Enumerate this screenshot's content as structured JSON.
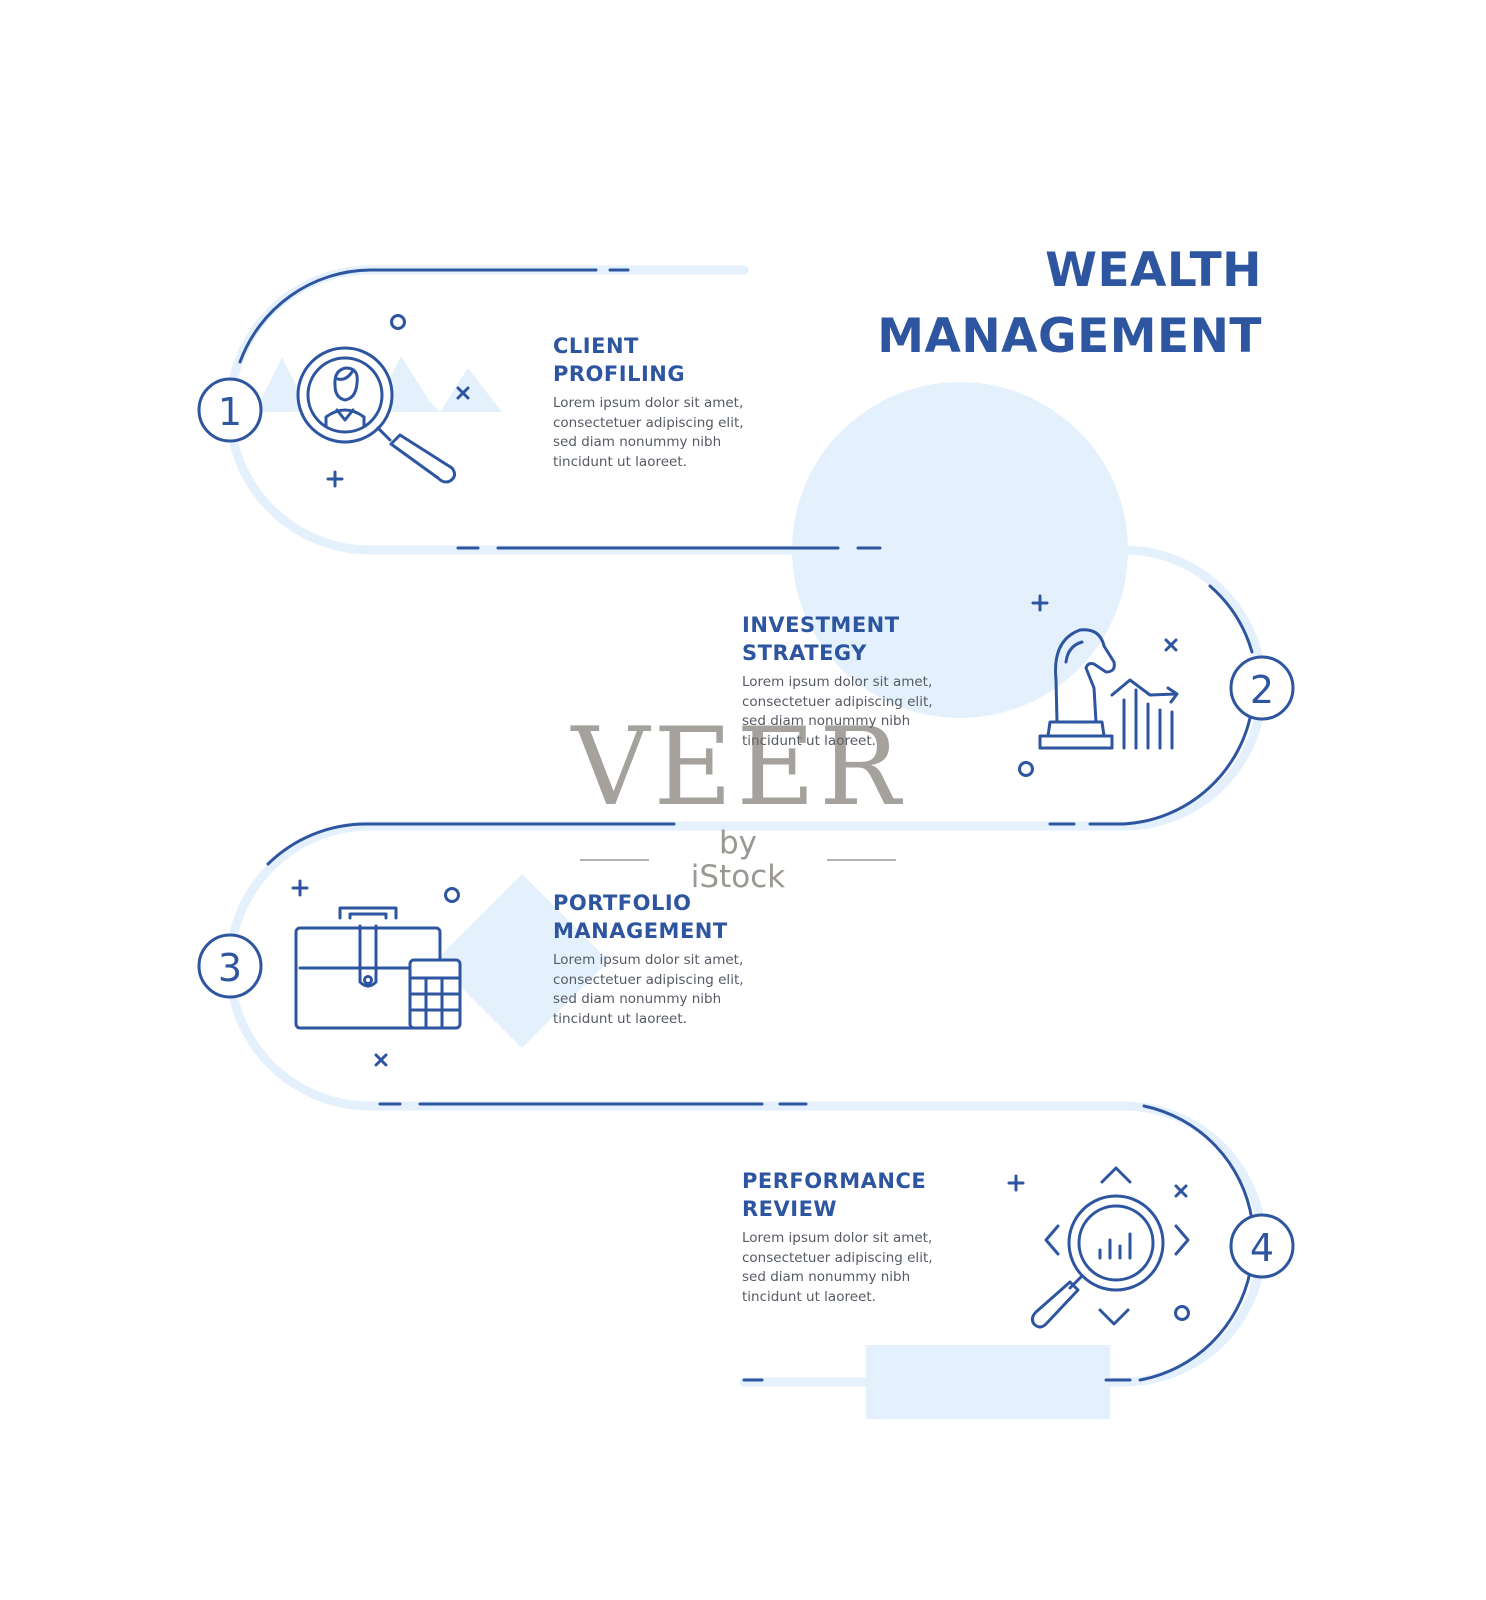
{
  "title": {
    "line1": "WEALTH",
    "line2": "MANAGEMENT"
  },
  "colors": {
    "primary": "#2e56a0",
    "light_accent": "#e4f1fd",
    "body_text": "#555a64"
  },
  "steps": [
    {
      "number": "1",
      "heading_line1": "CLIENT",
      "heading_line2": "PROFILING",
      "body": "Lorem ipsum dolor sit amet, consectetuer adipiscing elit, sed diam nonummy nibh tincidunt ut laoreet.",
      "icon": "magnifier-person-icon"
    },
    {
      "number": "2",
      "heading_line1": "INVESTMENT",
      "heading_line2": "STRATEGY",
      "body": "Lorem ipsum dolor sit amet, consectetuer adipiscing elit, sed diam nonummy nibh tincidunt ut laoreet.",
      "icon": "chess-knight-chart-icon"
    },
    {
      "number": "3",
      "heading_line1": "PORTFOLIO",
      "heading_line2": "MANAGEMENT",
      "body": "Lorem ipsum dolor sit amet, consectetuer adipiscing elit, sed diam nonummy nibh tincidunt ut laoreet.",
      "icon": "briefcase-calculator-icon"
    },
    {
      "number": "4",
      "heading_line1": "PERFORMANCE",
      "heading_line2": "REVIEW",
      "body": "Lorem ipsum dolor sit amet, consectetuer adipiscing elit, sed diam nonummy nibh tincidunt ut laoreet.",
      "icon": "magnifier-chart-icon"
    }
  ],
  "watermark": {
    "main": "VEER",
    "sub": "by iStock"
  }
}
